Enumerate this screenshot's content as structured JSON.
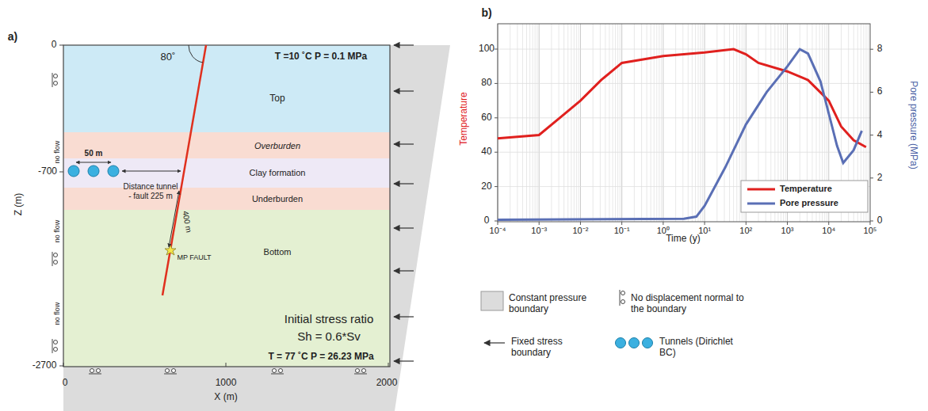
{
  "diagram": {
    "nodes": [
      {
        "text": [
          "Top"
        ]
      },
      {
        "text": [
          "Overburden"
        ]
      },
      {
        "text": [
          "Clay formation"
        ]
      },
      {
        "text": [
          "Underburden"
        ]
      },
      {
        "text": [
          "Bottom"
        ]
      }
    ],
    "labels": [
      "a)",
      "b)",
      "0",
      "-700",
      "-2700",
      "Z (m)",
      "0",
      "1000",
      "2000",
      "X (m)",
      "80˚",
      "T =10 ˚C   P = 0.1 MPa",
      "50 m",
      "Distance tunnel - fault 225 m",
      "400 m",
      "MP FAULT",
      "no flow",
      "no flow",
      "no flow",
      "Initial stress ratio",
      "Sh = 0.6*Sv",
      "T = 77 ˚C   P = 26.23 MPa",
      "Temperature",
      "Pore pressure (MPa)",
      "Time (y)",
      "0",
      "20",
      "40",
      "60",
      "80",
      "100",
      "0",
      "2",
      "4",
      "6",
      "8",
      "10⁻⁴",
      "10⁻³",
      "10⁻²",
      "10⁻¹",
      "10⁰",
      "10¹",
      "10²",
      "10³",
      "10⁴",
      "10⁵"
    ],
    "legend": [
      {
        "text": "Constant pressure boundary"
      },
      {
        "text": "No displacement normal to the boundary"
      },
      {
        "text": "Fixed stress boundary"
      },
      {
        "text": "Tunnels (Dirichlet BC)"
      },
      {
        "text": "Temperature"
      },
      {
        "text": "Pore pressure"
      }
    ]
  }
}
